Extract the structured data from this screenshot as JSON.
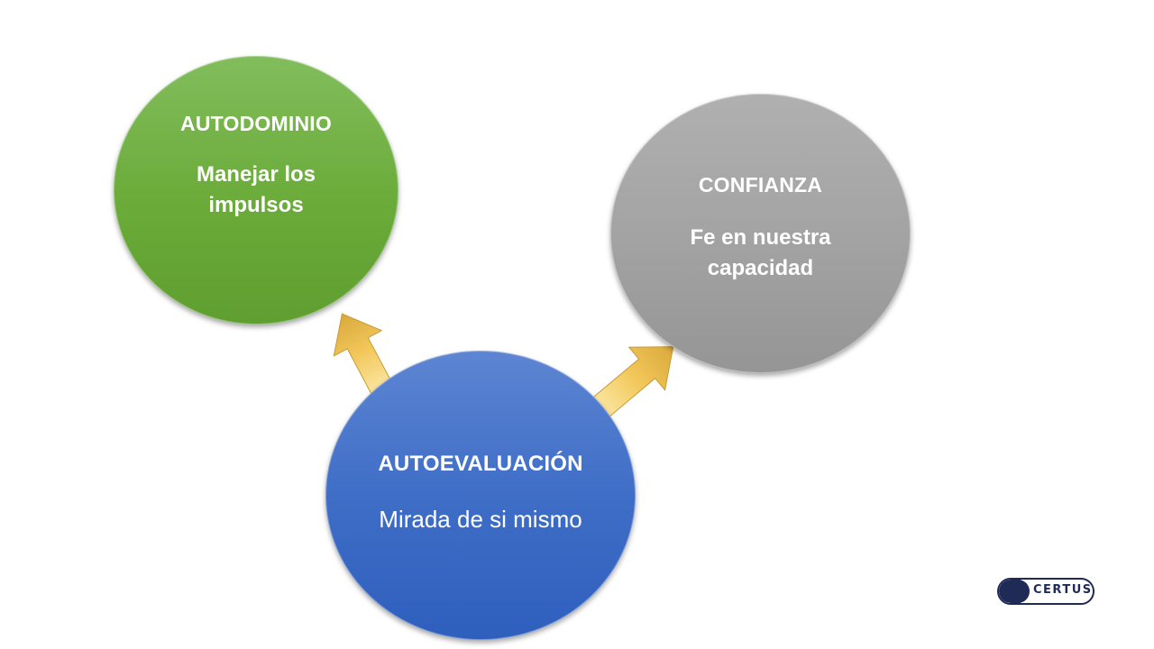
{
  "nodes": {
    "autodominio": {
      "title": "AUTODOMINIO",
      "description": "Manejar  los impulsos",
      "color": "#6aab39"
    },
    "confianza": {
      "title": "CONFIANZA",
      "description": "Fe en nuestra capacidad",
      "color": "#a2a2a2"
    },
    "autoevaluacion": {
      "title": "AUTOEVALUACIÓN",
      "description": "Mirada de si mismo",
      "color": "#3f6ec7"
    }
  },
  "edges": [
    {
      "from": "autoevaluacion",
      "to": "autodominio",
      "color": "#f4c95d"
    },
    {
      "from": "autoevaluacion",
      "to": "confianza",
      "color": "#f4c95d"
    }
  ],
  "logo": {
    "text": "CERTUS",
    "color": "#1f2a57"
  }
}
